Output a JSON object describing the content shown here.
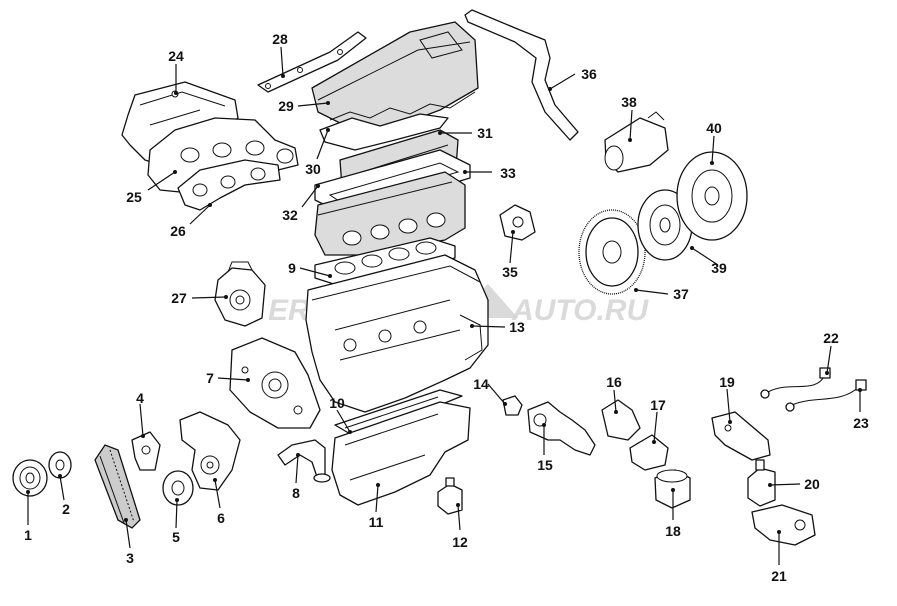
{
  "watermark": {
    "left": "ERGON",
    "right": "AUTO.RU"
  },
  "parts": [
    {
      "id": "p1",
      "number": "1"
    },
    {
      "id": "p2",
      "number": "2"
    },
    {
      "id": "p3",
      "number": "3"
    },
    {
      "id": "p4",
      "number": "4"
    },
    {
      "id": "p5",
      "number": "5"
    },
    {
      "id": "p6",
      "number": "6"
    },
    {
      "id": "p7",
      "number": "7"
    },
    {
      "id": "p8",
      "number": "8"
    },
    {
      "id": "p9",
      "number": "9"
    },
    {
      "id": "p10",
      "number": "10"
    },
    {
      "id": "p11",
      "number": "11"
    },
    {
      "id": "p12",
      "number": "12"
    },
    {
      "id": "p13",
      "number": "13"
    },
    {
      "id": "p14",
      "number": "14"
    },
    {
      "id": "p15",
      "number": "15"
    },
    {
      "id": "p16",
      "number": "16"
    },
    {
      "id": "p17",
      "number": "17"
    },
    {
      "id": "p18",
      "number": "18"
    },
    {
      "id": "p19",
      "number": "19"
    },
    {
      "id": "p20",
      "number": "20"
    },
    {
      "id": "p21",
      "number": "21"
    },
    {
      "id": "p22",
      "number": "22"
    },
    {
      "id": "p23",
      "number": "23"
    },
    {
      "id": "p24",
      "number": "24"
    },
    {
      "id": "p25",
      "number": "25"
    },
    {
      "id": "p26",
      "number": "26"
    },
    {
      "id": "p27",
      "number": "27"
    },
    {
      "id": "p28",
      "number": "28"
    },
    {
      "id": "p29",
      "number": "29"
    },
    {
      "id": "p30",
      "number": "30"
    },
    {
      "id": "p31",
      "number": "31"
    },
    {
      "id": "p32",
      "number": "32"
    },
    {
      "id": "p33",
      "number": "33"
    },
    {
      "id": "p35",
      "number": "35"
    },
    {
      "id": "p36",
      "number": "36"
    },
    {
      "id": "p37",
      "number": "37"
    },
    {
      "id": "p38",
      "number": "38"
    },
    {
      "id": "p39",
      "number": "39"
    },
    {
      "id": "p40",
      "number": "40"
    }
  ]
}
